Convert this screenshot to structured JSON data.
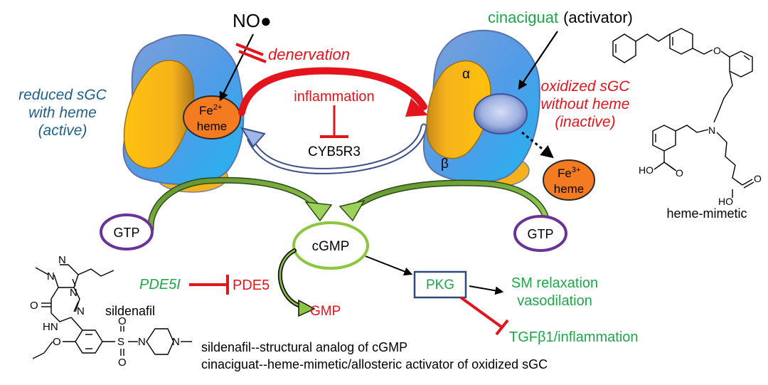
{
  "labels": {
    "no_radical": "NO●",
    "denervation": "denervation",
    "cinaciguat": "cinaciguat",
    "activator": "(activator)",
    "reduced_line1": "reduced sGC",
    "reduced_line2": "with heme",
    "reduced_line3": "(active)",
    "oxidized_line1": "oxidized sGC",
    "oxidized_line2": "without heme",
    "oxidized_line3": "(inactive)",
    "inflammation": "inflammation",
    "cyb5r3": "CYB5R3",
    "fe2_symbol": "Fe",
    "fe2_charge": "2+",
    "fe3_symbol": "Fe",
    "fe3_charge": "3+",
    "heme": "heme",
    "alpha": "α",
    "beta": "β",
    "gtp_left": "GTP",
    "gtp_right": "GTP",
    "cgmp": "cGMP",
    "pde5i": "PDE5I",
    "pde5": "PDE5",
    "gmp": "GMP",
    "pkg": "PKG",
    "sm_relaxation": "SM relaxation",
    "vasodilation": "vasodilation",
    "tgfb1": "TGFβ1/inflammation",
    "heme_mimetic": "heme-mimetic",
    "sildenafil": "sildenafil",
    "footnote_1": "sildenafil--structural analog of cGMP",
    "footnote_2": "cinaciguat--heme-mimetic/allosteric activator of oxidized sGC"
  },
  "structure_atoms": {
    "sildenafil": [
      "N",
      "N",
      "O",
      "N",
      "HN",
      "N",
      "O",
      "S",
      "O",
      "O",
      "N",
      "N"
    ],
    "cinaciguat": [
      "O",
      "N",
      "HO",
      "O",
      "HO",
      "O"
    ]
  },
  "colors": {
    "green": "#1fa64a",
    "red": "#e3141b",
    "blue_label": "#1f5f8b",
    "purple": "#6a3397",
    "cgmp_ring": "#8cc63f",
    "pkg_box": "#2e4a7a",
    "heme_fill": "#f47b20"
  }
}
